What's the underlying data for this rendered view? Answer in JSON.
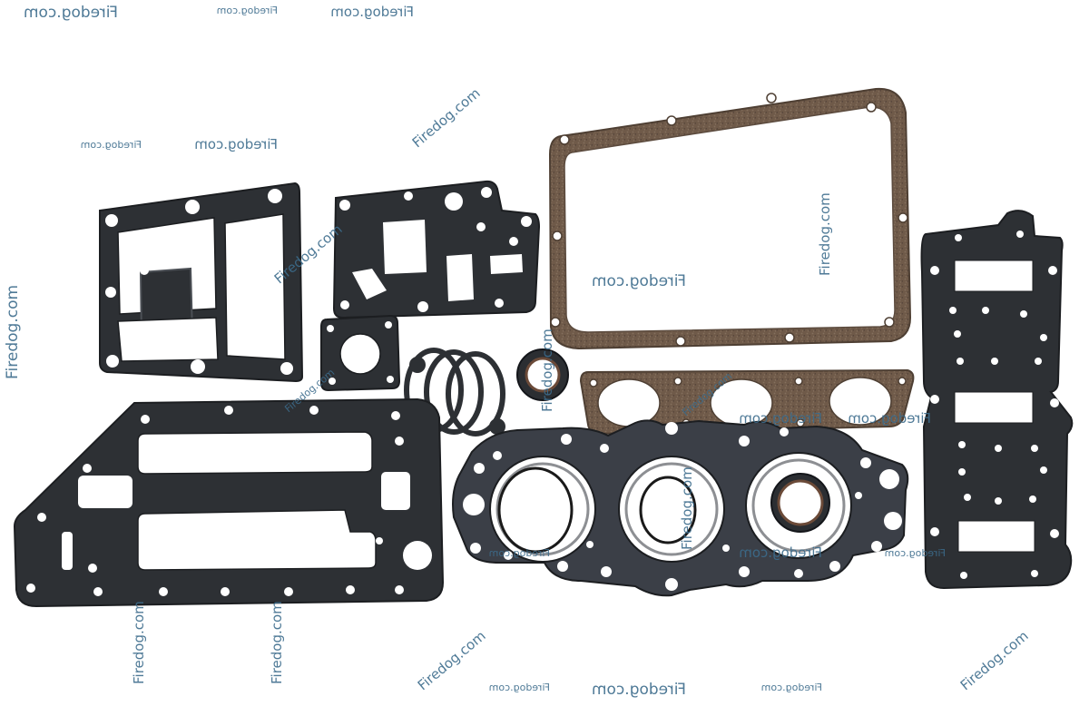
{
  "image": {
    "subject": "outboard engine gasket kit",
    "colors": {
      "background": "#ffffff",
      "gasket_dark": "#2d3034",
      "gasket_edge": "#1c1e21",
      "cork": "#6f5a49",
      "cork_dark": "#4e3f33",
      "steel": "#8d8f93",
      "oring": "#1a1a1a",
      "watermark": "#3c6c8c"
    }
  },
  "watermarks": {
    "text": "Firedog.com",
    "mirrored_text": "Firedog.com"
  }
}
